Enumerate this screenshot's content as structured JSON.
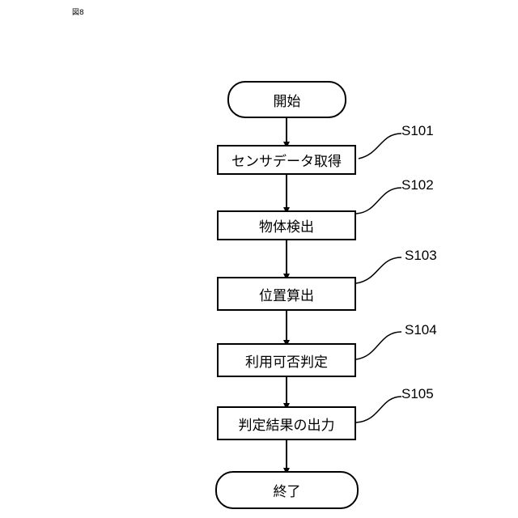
{
  "figure_label": "図8",
  "start": "開始",
  "end": "終了",
  "steps": [
    {
      "id": "S101",
      "text": "センサデータ取得"
    },
    {
      "id": "S102",
      "text": "物体検出"
    },
    {
      "id": "S103",
      "text": "位置算出"
    },
    {
      "id": "S104",
      "text": "利用可否判定"
    },
    {
      "id": "S105",
      "text": "判定結果の出力"
    }
  ]
}
